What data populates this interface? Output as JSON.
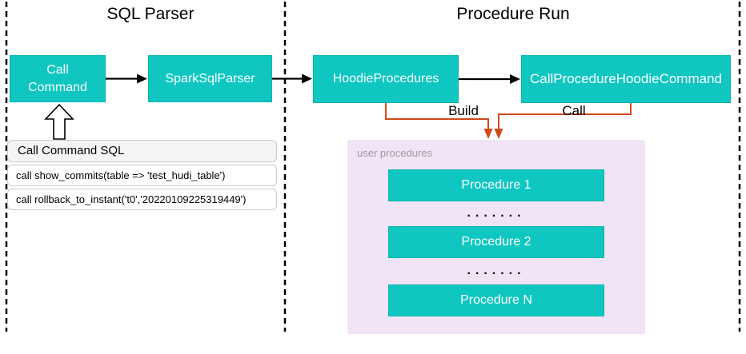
{
  "sections": {
    "sql_parser": {
      "title": "SQL Parser"
    },
    "procedure_run": {
      "title": "Procedure Run"
    }
  },
  "nodes": {
    "call_command": "Call Command",
    "spark_sql_parser": "SparkSqlParser",
    "hoodie_procedures": "HoodieProcedures",
    "call_procedure_hoodie_command": "CallProcedureHoodieCommand"
  },
  "edge_labels": {
    "build": "Build",
    "call": "Call"
  },
  "sql_card": {
    "header": "Call Command SQL",
    "rows": [
      "call show_commits(table => 'test_hudi_table')",
      "call rollback_to_instant('t0','20220109225319449')"
    ]
  },
  "user_procedures": {
    "label": "user procedures",
    "items": [
      "Procedure 1",
      "Procedure 2",
      "Procedure N"
    ],
    "dots": "......."
  },
  "colors": {
    "teal": "#0FC7C0",
    "teal_border": "#0CB3AD",
    "orange": "#D2491B",
    "purple_panel": "#F2E4F7",
    "gray_label": "#9A9A9A",
    "card_border": "#C9C9C9",
    "card_header_bg": "#F5F5F5"
  }
}
